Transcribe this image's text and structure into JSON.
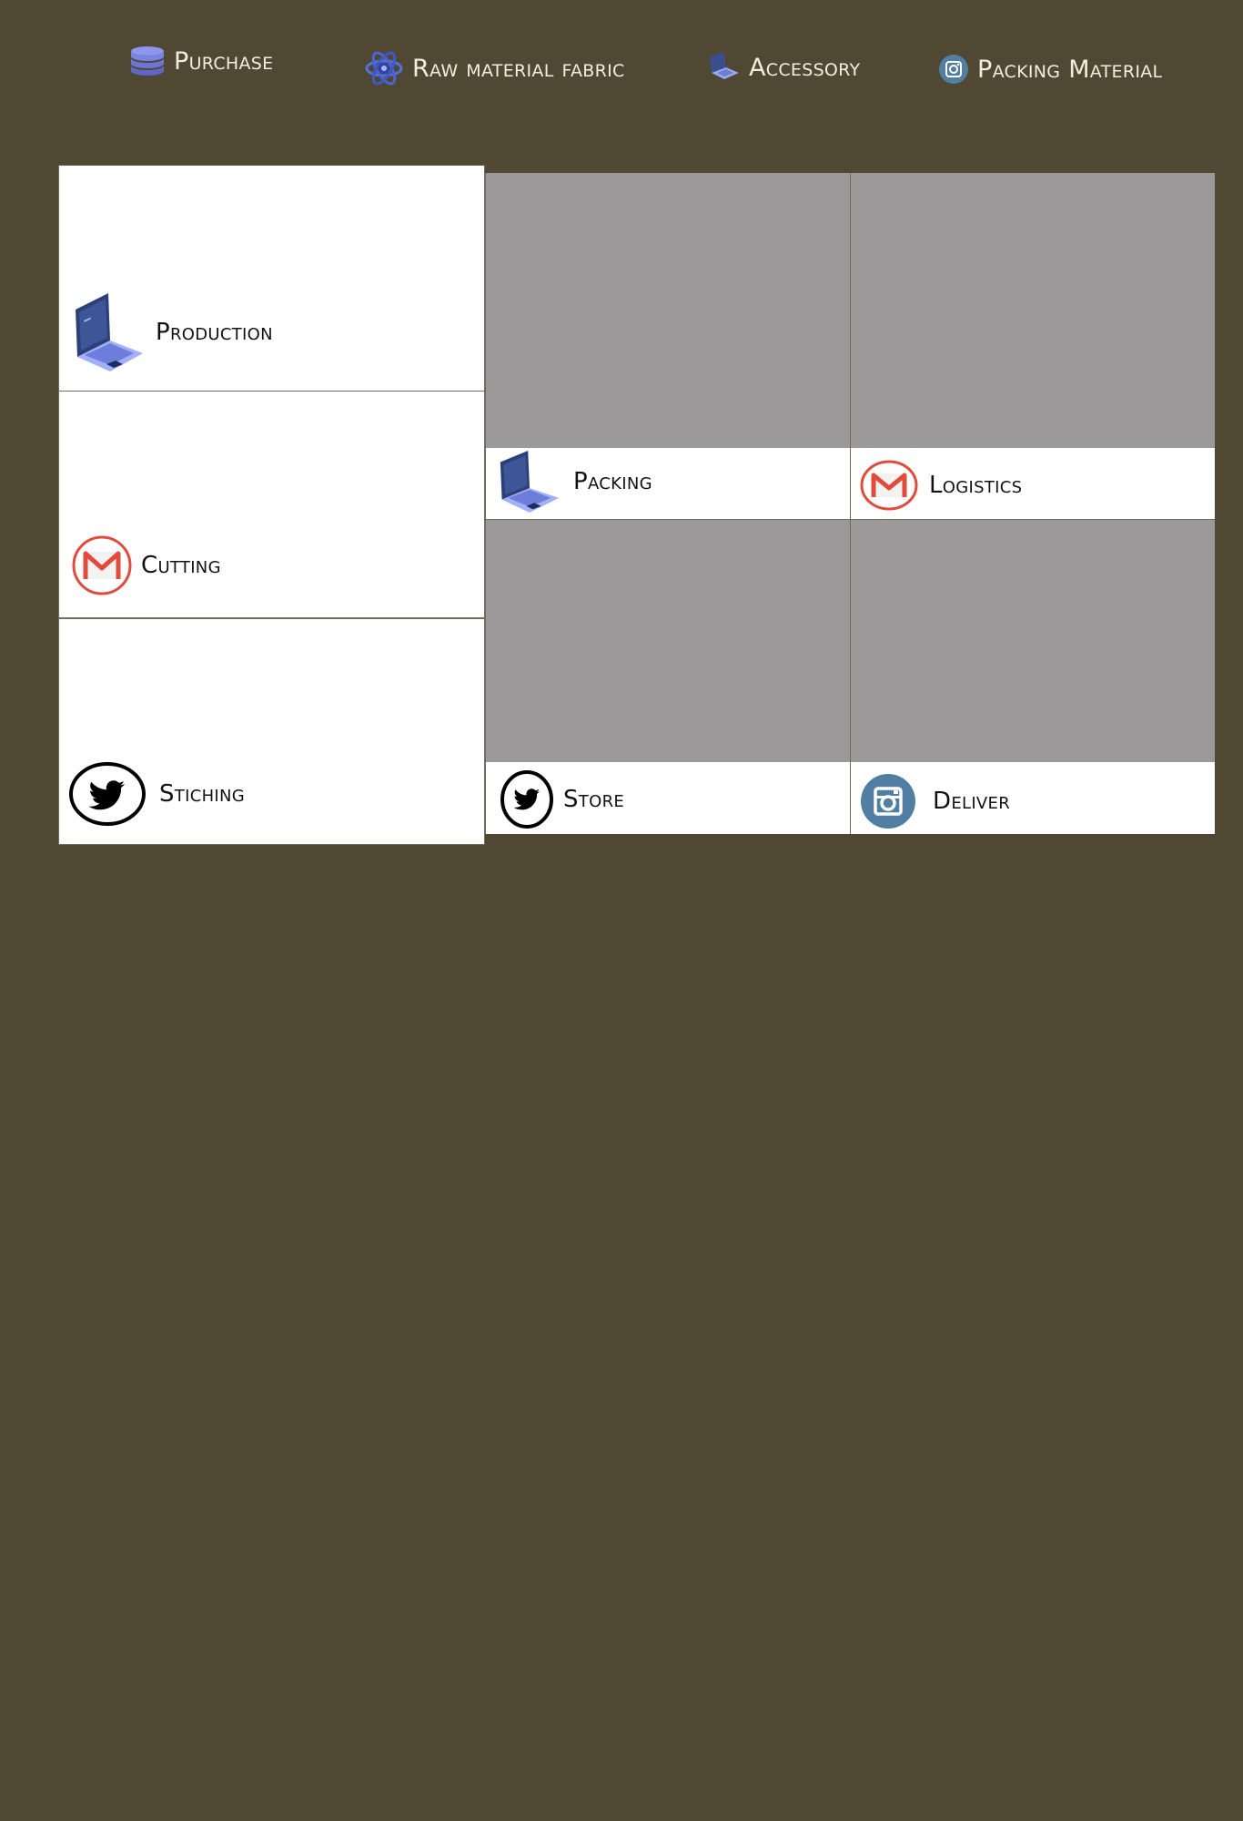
{
  "nav": {
    "items": [
      {
        "label": "Purchase",
        "icon": "database-icon"
      },
      {
        "label": "Raw material fabric",
        "icon": "atom-icon"
      },
      {
        "label": "Accessory",
        "icon": "laptop-icon"
      },
      {
        "label": "Packing Material",
        "icon": "instagram-icon"
      }
    ]
  },
  "left_tiles": [
    {
      "label": "Production",
      "icon": "laptop-icon"
    },
    {
      "label": "Cutting",
      "icon": "gmail-icon"
    },
    {
      "label": "Stiching",
      "icon": "twitter-icon"
    }
  ],
  "grid_tiles": [
    {
      "label": "Packing",
      "icon": "laptop-icon"
    },
    {
      "label": "Logistics",
      "icon": "gmail-icon"
    },
    {
      "label": "Store",
      "icon": "twitter-icon"
    },
    {
      "label": "Deliver",
      "icon": "instagram-icon"
    }
  ],
  "colors": {
    "background": "#504832",
    "nav_text": "#f3eedc",
    "tile_bg": "#ffffff",
    "photo_placeholder": "#9b9999",
    "divider": "#6d6d5d",
    "gmail_red": "#e04b3c",
    "instagram_blue": "#517fa4",
    "laptop_blue": "#3a4f8c",
    "database_purple": "#7b83e0"
  }
}
